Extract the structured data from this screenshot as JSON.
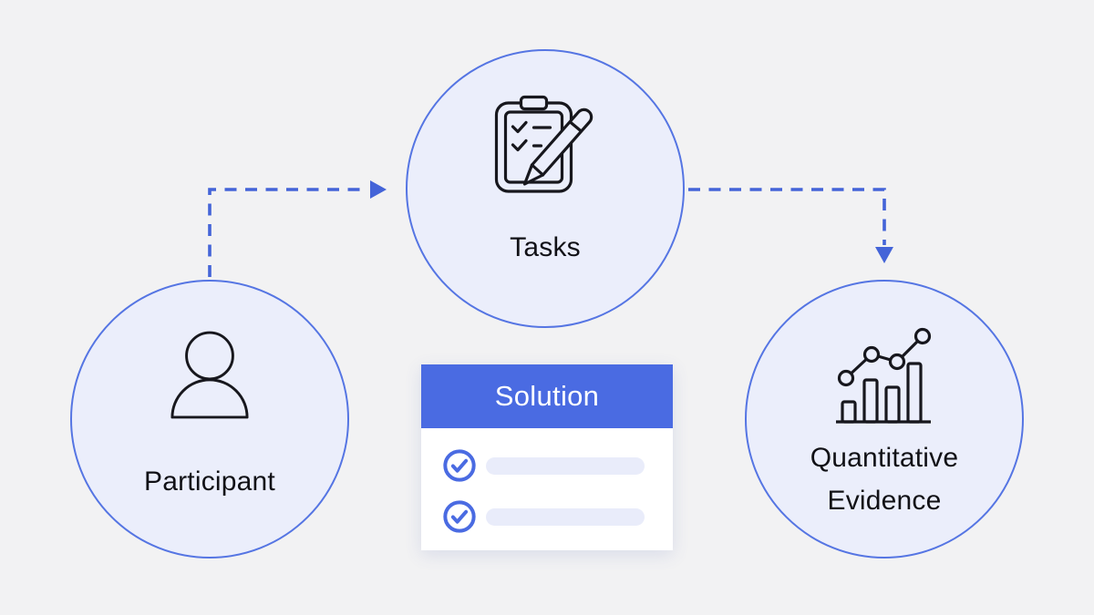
{
  "colors": {
    "background": "#f2f2f3",
    "node_fill": "#ebeefb",
    "node_border": "#5575e3",
    "arrow": "#4464d8",
    "accent": "#4a6be2",
    "pill": "#e9ecfa",
    "icon_stroke": "#17171d",
    "text": "#111116",
    "header_text": "#ffffff"
  },
  "nodes": [
    {
      "id": "participant",
      "label": "Participant",
      "icon": "person-icon"
    },
    {
      "id": "tasks",
      "label": "Tasks",
      "icon": "clipboard-checklist-pencil-icon"
    },
    {
      "id": "evidence",
      "label": "Quantitative Evidence",
      "icon": "bar-chart-trend-icon"
    }
  ],
  "solution": {
    "title": "Solution",
    "items": [
      {
        "icon": "check-circle-icon",
        "label": ""
      },
      {
        "icon": "check-circle-icon",
        "label": ""
      }
    ]
  },
  "arrows": [
    {
      "from": "participant",
      "to": "tasks",
      "style": "dashed"
    },
    {
      "from": "tasks",
      "to": "evidence",
      "style": "dashed"
    }
  ]
}
